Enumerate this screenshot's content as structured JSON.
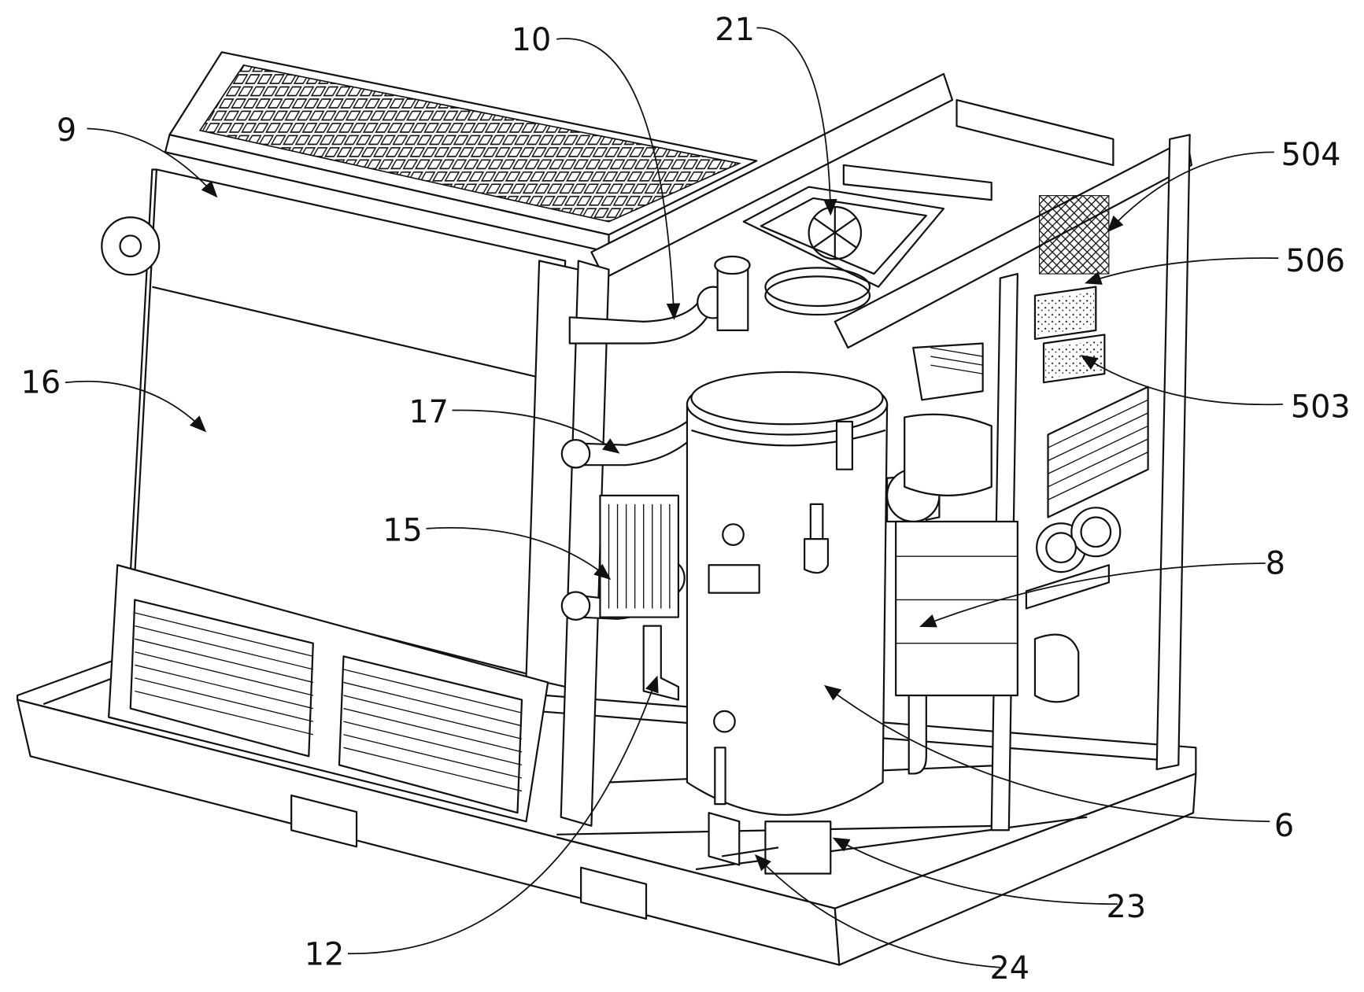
{
  "figure": {
    "reference_numerals": [
      {
        "id": "9",
        "text": "9"
      },
      {
        "id": "10",
        "text": "10"
      },
      {
        "id": "21",
        "text": "21"
      },
      {
        "id": "504",
        "text": "504"
      },
      {
        "id": "506",
        "text": "506"
      },
      {
        "id": "16",
        "text": "16"
      },
      {
        "id": "17",
        "text": "17"
      },
      {
        "id": "503",
        "text": "503"
      },
      {
        "id": "15",
        "text": "15"
      },
      {
        "id": "8",
        "text": "8"
      },
      {
        "id": "6",
        "text": "6"
      },
      {
        "id": "23",
        "text": "23"
      },
      {
        "id": "12",
        "text": "12"
      },
      {
        "id": "24",
        "text": "24"
      }
    ]
  }
}
